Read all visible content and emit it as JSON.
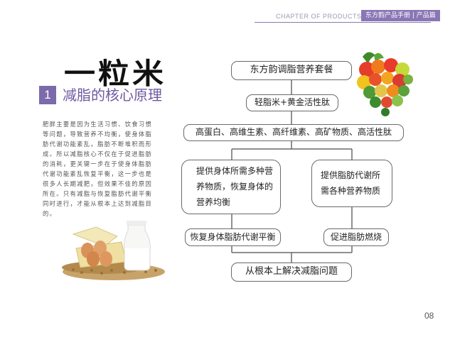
{
  "header": {
    "chapter": "CHAPTER OF PRODUCTS",
    "tag": "东方韵产品手册 | 产品篇"
  },
  "title": {
    "main": "一粒米",
    "section_number": "1",
    "section_title": "减脂的核心原理"
  },
  "body_text": "肥胖主要是因为生活习惯、饮食习惯等问题，导致营养不均衡，使身体脂肪代谢功能紊乱，脂肪不断堆积而形成。所以减脂核心不仅在于促进脂肪的消耗，更关键一步在于使身体脂肪代谢功能紊乱恢复平衡，这一步也是很多人长期减肥，但效果不佳的原因所在。只有减脂与恢复脂肪代谢平衡同时进行，才能从根本上达到减脂目的。",
  "flowchart": {
    "top": "东方韵调脂营养套餐",
    "step2": "轻脂米+黄金活性肽",
    "step3": "高蛋白、高维生素、高纤维素、高矿物质、高活性肽",
    "left_box": "提供身体所需多种营养物质，恢复身体的营养均衡",
    "right_box": "提供脂肪代谢所需各种营养物质",
    "left_result": "恢复身体脂肪代谢平衡",
    "right_result": "促进脂肪燃烧",
    "final": "从根本上解决减脂问题"
  },
  "page_number": "08"
}
